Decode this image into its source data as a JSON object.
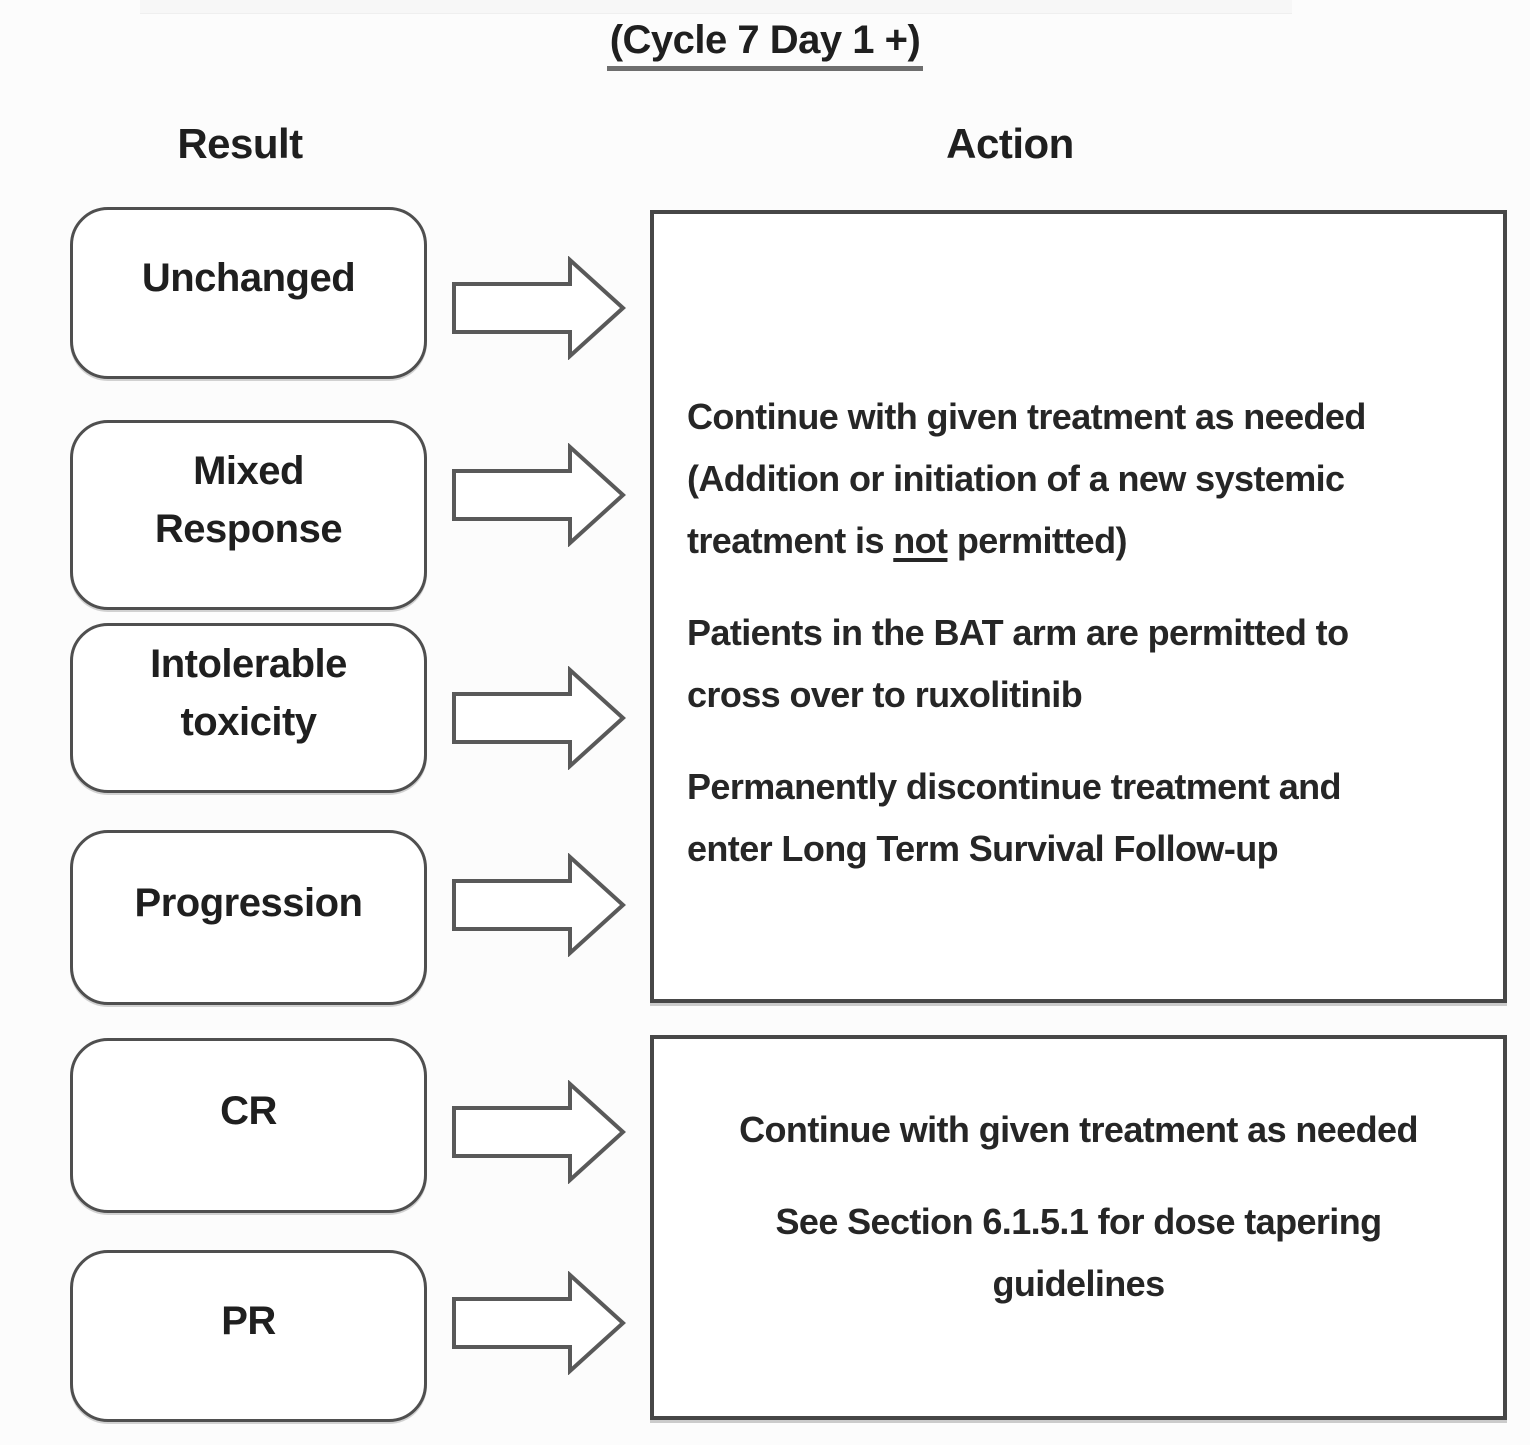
{
  "title": "(Cycle 7 Day 1 +)",
  "headers": {
    "result": "Result",
    "action": "Action"
  },
  "results": [
    {
      "label": "Unchanged"
    },
    {
      "label": "Mixed Response"
    },
    {
      "label": "Intolerable toxicity"
    },
    {
      "label": "Progression"
    },
    {
      "label": "CR"
    },
    {
      "label": "PR"
    }
  ],
  "action1": {
    "para1_line1": "Continue with given treatment as needed",
    "para1_line2": "(Addition or initiation of a new systemic",
    "para1_line3_before": "treatment is ",
    "para1_line3_not": "not",
    "para1_line3_after": " permitted)",
    "para2_line1": "Patients in the BAT arm are permitted to",
    "para2_line2": "cross over to ruxolitinib",
    "para3_line1": "Permanently discontinue treatment and",
    "para3_line2": "enter Long Term Survival Follow-up"
  },
  "action2": {
    "line1": "Continue with given treatment as needed",
    "line2": "See Section 6.1.5.1 for dose tapering",
    "line3": "guidelines"
  },
  "colors": {
    "text": "#1f1f1f",
    "box_border": "#4f4f4f",
    "action_border": "#474747",
    "arrow_stroke": "#595959",
    "background": "#fcfcfc"
  }
}
